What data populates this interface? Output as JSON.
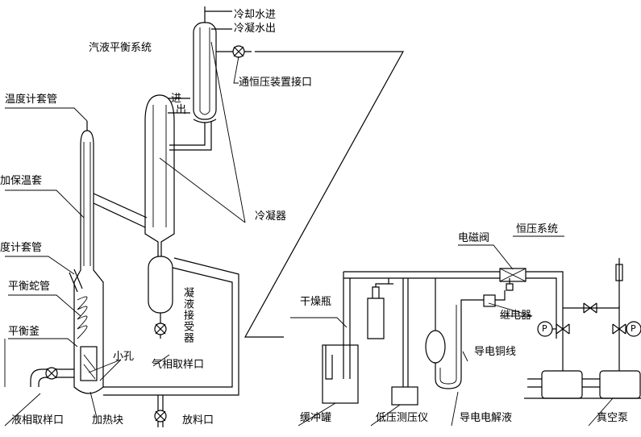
{
  "labels": {
    "cooling_water_in": "冷却水进",
    "condensed_water_out": "冷凝水出",
    "vapor_liquid_system": "汽液平衡系统",
    "constant_pressure_port": "通恒压装置接口",
    "thermometer_sleeve_top": "温度计套管",
    "inlet": "进",
    "outlet": "出",
    "insulation_jacket": "加保温套",
    "condenser": "冷凝器",
    "thermometer_sleeve_side": "度计套管",
    "balance_coil": "平衡蛇管",
    "balance_kettle": "平衡釜",
    "condensate_receiver": "凝液接受器",
    "small_hole": "小孔",
    "vapor_sampling_port": "气相取样口",
    "liquid_sampling_port": "液相取样口",
    "heating_block": "加热块",
    "discharge_port": "放料口",
    "solenoid_valve": "电磁阀",
    "constant_pressure_system": "恒压系统",
    "drying_bottle": "干燥瓶",
    "relay": "继电器",
    "conductive_copper_wire": "导电铜线",
    "buffer_tank": "缓冲罐",
    "low_pressure_gauge": "低压测压仪",
    "conductive_electrolyte": "导电电解液",
    "vacuum_pump": "真空泵",
    "pump_symbol": "P"
  }
}
